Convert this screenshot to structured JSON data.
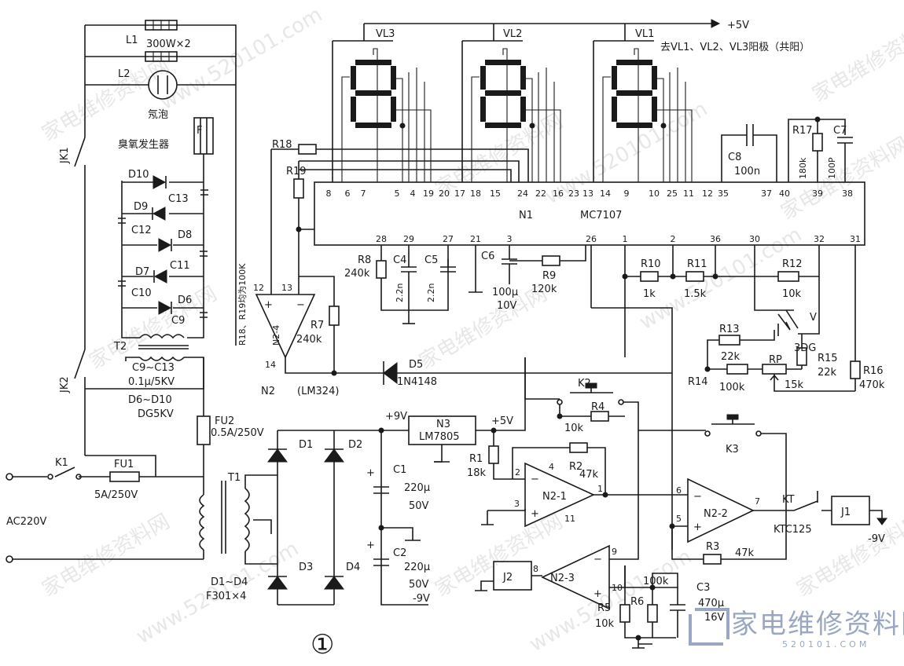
{
  "supply": {
    "pos5v": "+5V",
    "pos9v": "+9V",
    "neg9v": "-9V",
    "plus5v_reg": "+5V"
  },
  "mains": {
    "ac": "AC220V",
    "k1": "K1",
    "fu1": "FU1",
    "fu1_val": "5A/250V",
    "fu2": "FU2",
    "fu2_val": "0.5A/250V",
    "t1": "T1",
    "jk1": "JK1",
    "jk2": "JK2"
  },
  "loads": {
    "l1": "L1",
    "l1_val": "300W×2",
    "l2": "L2",
    "neon": "氖泡",
    "f": "F",
    "ozone": "臭氧发生器",
    "t2": "T2"
  },
  "hv": {
    "d10": "D10",
    "d9": "D9",
    "d8": "D8",
    "d7": "D7",
    "d6": "D6",
    "c13": "C13",
    "c12": "C12",
    "c11": "C11",
    "c10": "C10",
    "c9": "C9",
    "cap_note": "C9~C13",
    "cap_val": "0.1μ/5KV",
    "diode_note": "D6~D10",
    "diode_val": "DG5KV",
    "r_note": "R18、R19均为100K"
  },
  "displays": {
    "vl3": "VL3",
    "vl2": "VL2",
    "vl1": "VL1",
    "note": "去VL1、VL2、VL3阳极（共阳）"
  },
  "ic": {
    "name": "N1",
    "part": "MC7107",
    "top_pins": [
      "8",
      "6",
      "7",
      "5",
      "4",
      "19",
      "20",
      "17",
      "18",
      "15",
      "24",
      "22",
      "16",
      "23",
      "13",
      "14",
      "9",
      "10",
      "25",
      "11",
      "12",
      "35",
      "37",
      "40",
      "39",
      "38"
    ],
    "bottom_pins": [
      "28",
      "29",
      "27",
      "21",
      "3",
      "26",
      "1",
      "2",
      "36",
      "30",
      "32",
      "31"
    ]
  },
  "parts": {
    "r18": "R18",
    "r19": "R19",
    "r8": "R8",
    "r8_val": "240k",
    "c4": "C4",
    "c4_val": "2.2n",
    "c5": "C5",
    "c5_val": "2.2n",
    "c6": "C6",
    "c6_val1": "100μ",
    "c6_val2": "10V",
    "r9": "R9",
    "r9_val": "120k",
    "r10": "R10",
    "r10_val": "1k",
    "r11": "R11",
    "r11_val": "1.5k",
    "r12": "R12",
    "r12_val": "10k",
    "c8": "C8",
    "c8_val": "100n",
    "r17": "R17",
    "r17_val": "180k",
    "c7": "C7",
    "c7_val": "100P",
    "r13": "R13",
    "r13_val": "22k",
    "v": "V",
    "v_part": "3DG",
    "r15": "R15",
    "r15_val": "22k",
    "r14": "R14",
    "r14_val": "100k",
    "rp": "RP",
    "rp_val": "15k",
    "r16": "R16",
    "r16_val": "470k",
    "r7": "R7",
    "r7_val": "240k",
    "d5": "D5",
    "d5_part": "1N4148",
    "n2": "N2",
    "n2_part": "(LM324)",
    "n2_4": "N2-4",
    "pin12": "12",
    "pin13": "13",
    "pin14": "14"
  },
  "power": {
    "d1": "D1",
    "d2": "D2",
    "d3": "D3",
    "d4": "D4",
    "bridge_note": "D1~D4",
    "bridge_part": "F301×4",
    "c1": "C1",
    "c1_val1": "220μ",
    "c1_val2": "50V",
    "c2": "C2",
    "c2_val1": "220μ",
    "c2_val2": "50V",
    "n3": "N3",
    "n3_part": "LM7805"
  },
  "control": {
    "k2": "K2",
    "r4": "R4",
    "r4_val": "10k",
    "r1": "R1",
    "r1_val": "18k",
    "r2": "R2",
    "r2_val": "47k",
    "n2_1": "N2-1",
    "n2_2": "N2-2",
    "n2_3": "N2-3",
    "k3": "K3",
    "r3": "R3",
    "r3_val": "47k",
    "kt": "KT",
    "kt_part": "KTC125",
    "j1": "J1",
    "j2": "J2",
    "r5": "R5",
    "r5_val": "10k",
    "r6": "R6",
    "r6_val": "100k",
    "c3": "C3",
    "c3_val1": "470μ",
    "c3_val2": "16V",
    "p2": "2",
    "p3": "3",
    "p4": "4",
    "p11": "11",
    "p1": "1",
    "p6": "6",
    "p5": "5",
    "p7": "7",
    "p8": "8",
    "p9": "9",
    "p10": "10"
  },
  "figure": {
    "number": "①"
  },
  "watermark": {
    "text": "家电维修资料网",
    "url": "www.520101.com",
    "logo": "家电维修资料网",
    "logo_url": "520101.COM"
  }
}
